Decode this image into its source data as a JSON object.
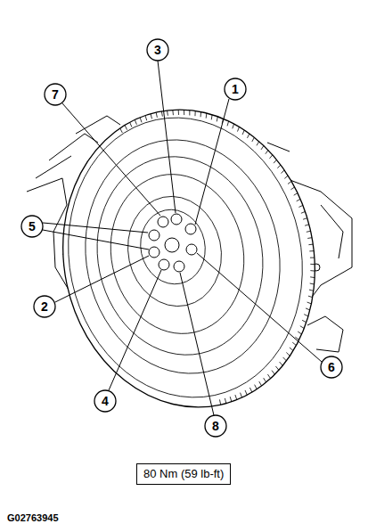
{
  "diagram": {
    "nodes": [
      {
        "text": [
          "80 Nm (59 lb-ft)"
        ]
      }
    ],
    "labels": [
      "3",
      "7",
      "1",
      "5",
      "2",
      "6",
      "4",
      "8",
      "G02763945"
    ]
  }
}
